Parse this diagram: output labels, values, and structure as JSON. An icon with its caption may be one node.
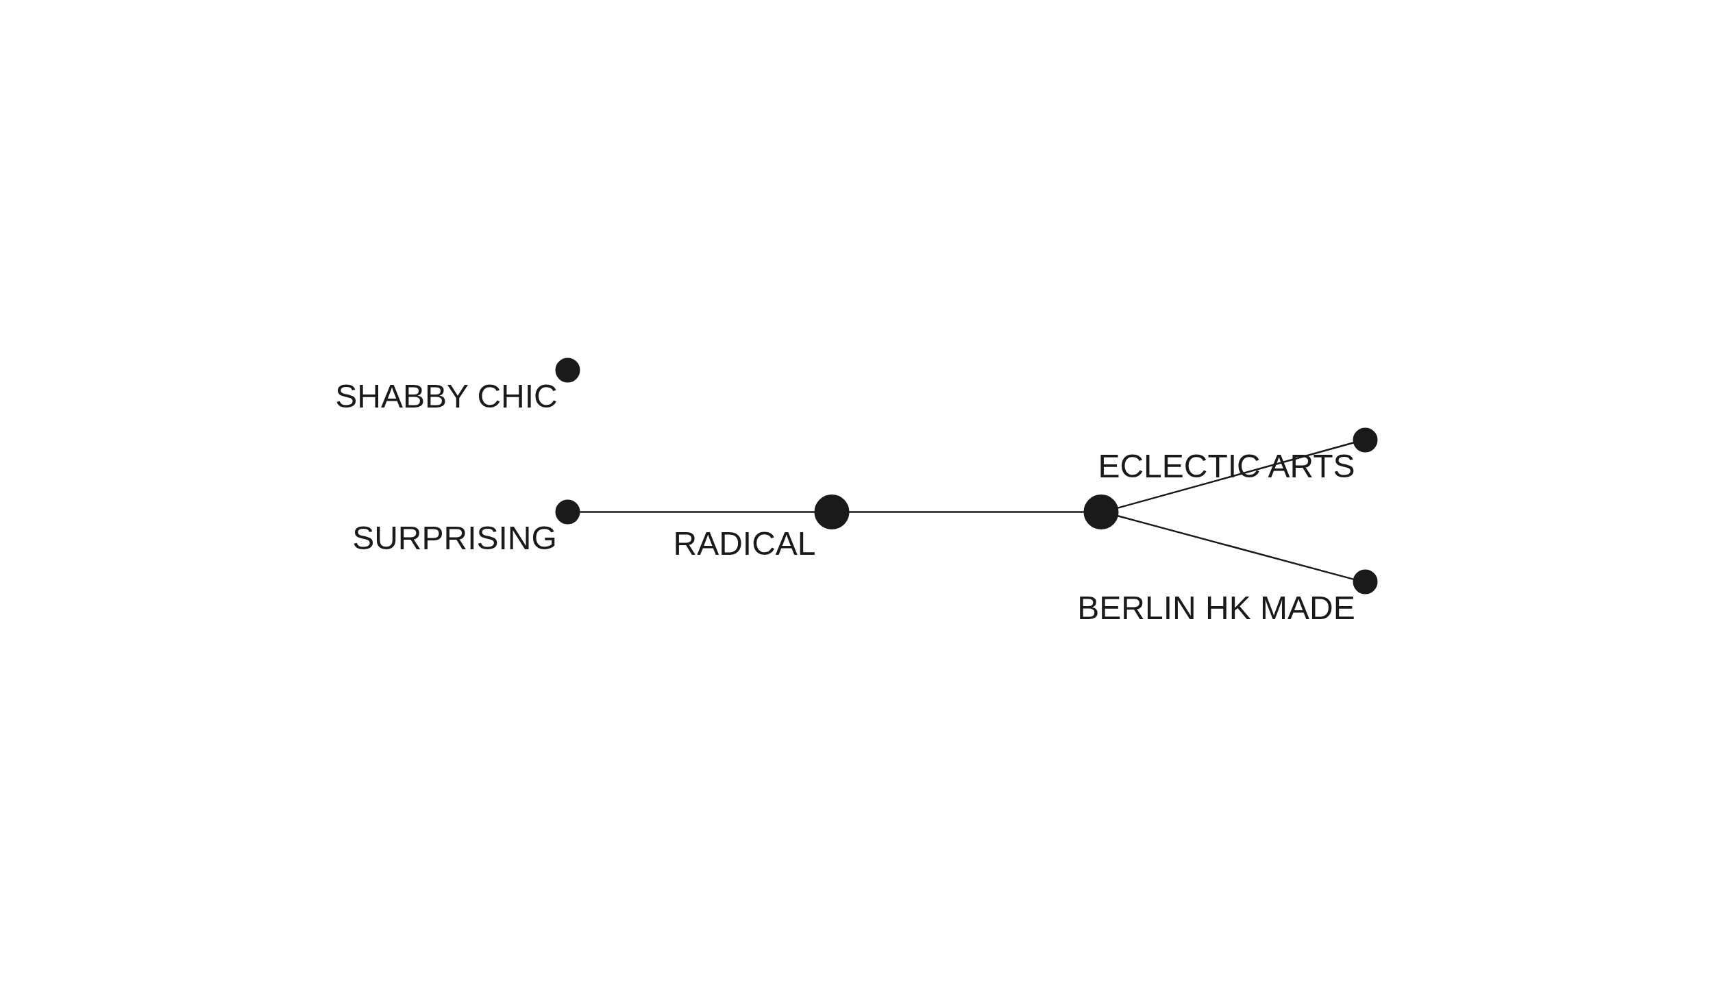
{
  "diagram": {
    "nodes": [
      {
        "text": [],
        "shape": "circle",
        "beside": [
          "SURPRISING"
        ]
      },
      {
        "text": [],
        "shape": "circle",
        "beside": [
          "RADICAL"
        ]
      },
      {
        "text": [],
        "shape": "circle",
        "beside": [
          "SHABBY CHIC"
        ]
      },
      {
        "text": [],
        "shape": "circle"
      },
      {
        "text": [],
        "shape": "circle",
        "beside": [
          "ECLECTIC ARTS"
        ]
      },
      {
        "text": [],
        "shape": "circle",
        "beside": [
          "BERLIN HK MADE"
        ]
      }
    ],
    "edges": [
      {
        "from": 0,
        "to": 1,
        "arrow": "none"
      },
      {
        "from": 1,
        "to": 3,
        "arrow": "none"
      },
      {
        "from": 3,
        "to": 4,
        "arrow": "none"
      },
      {
        "from": 3,
        "to": 5,
        "arrow": "none"
      }
    ]
  }
}
